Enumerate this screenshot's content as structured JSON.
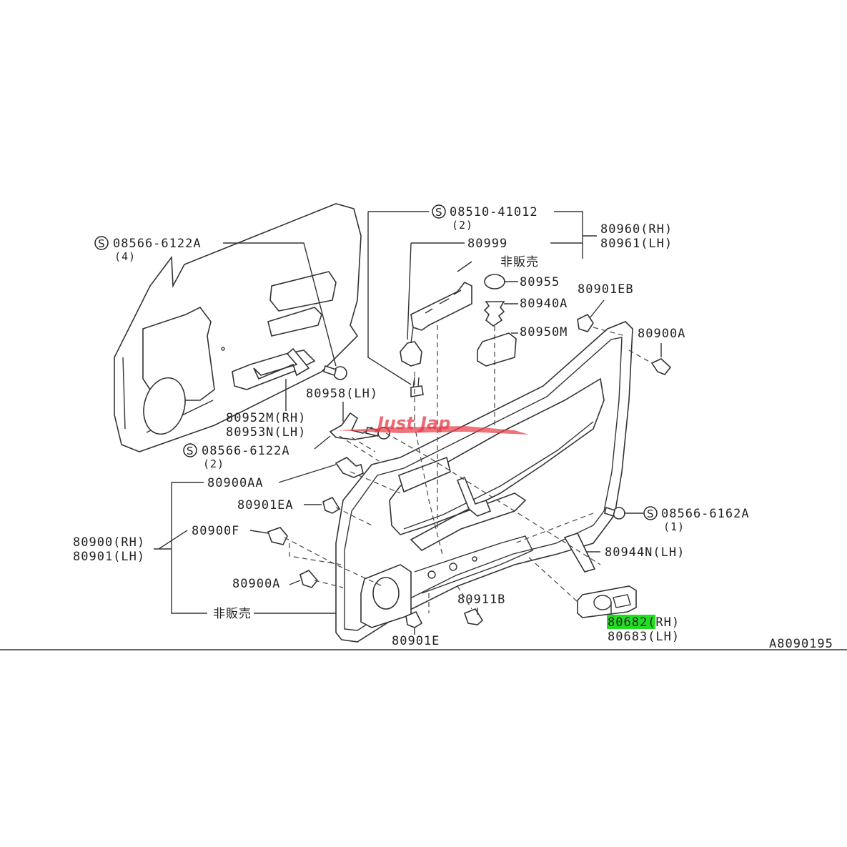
{
  "watermark": "Just Jap",
  "diagram_code": "A8090195",
  "labels": {
    "bolt_top_left": "08566-6122A",
    "bolt_top_left_qty": "(4)",
    "screw_switch": "08510-41012",
    "screw_switch_qty": "(2)",
    "switch": "80999",
    "not_sold_top": "非販売",
    "finisher_rh": "80960(RH)",
    "finisher_lh": "80961(LH)",
    "cap": "80955",
    "clip_940a": "80940A",
    "clip_901eb": "80901EB",
    "pocket": "80950M",
    "clip_900a_right": "80900A",
    "bracket_958": "80958(LH)",
    "bracket_rh": "80952M(RH)",
    "bracket_lh": "80953N(LH)",
    "bolt_mid": "08566-6122A",
    "bolt_mid_qty": "(2)",
    "clip_900aa": "80900AA",
    "clip_901ea": "80901EA",
    "trim_rh": "80900(RH)",
    "trim_lh": "80901(LH)",
    "clip_900f": "80900F",
    "clip_900a_left": "80900A",
    "not_sold_bottom": "非販売",
    "bolt_right": "08566-6162A",
    "bolt_right_qty": "(1)",
    "seal_944": "80944N(LH)",
    "clip_911b": "80911B",
    "clip_901e": "80901E",
    "escutcheon_rh": "80682(RH)",
    "escutcheon_lh": "80683(LH)"
  },
  "colors": {
    "highlight": "#22dd22",
    "watermark": "#e63946"
  }
}
